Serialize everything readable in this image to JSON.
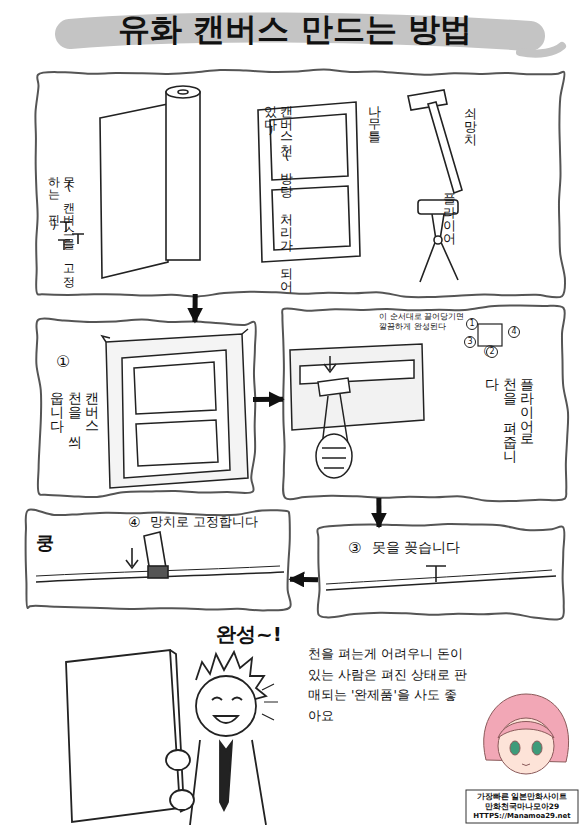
{
  "diagram": {
    "title": "유화 캔버스 만드는 방법",
    "nodes": [
      {
        "text": [
          "캔버스천(방탕 처리가 되어있다)",
          "나무틀",
          "쇠망치",
          "플라이어",
          "못(캔버스를 고정하는 핀)"
        ]
      },
      {
        "text": [
          "①",
          "캔버스 천을 씌웁니다"
        ]
      },
      {
        "text": [
          "②",
          "플라이어로 천을 펴줍니다",
          "이 순서대로 끌어당기면 깔끔하게 완성된다"
        ]
      },
      {
        "text": [
          "③",
          "못을 꽂습니다"
        ]
      },
      {
        "text": [
          "④",
          "망치로 고정합니다",
          "쿵"
        ]
      },
      {
        "text": [
          "완성~!",
          "천을 펴는게 어려우니 돈이 있는 사람은 펴진 상태로 판매되는 '완제품'을 사도 좋아요"
        ]
      }
    ],
    "edges": [
      {
        "from": 0,
        "to": 1,
        "arrow": "to"
      },
      {
        "from": 1,
        "to": 2,
        "arrow": "to"
      },
      {
        "from": 2,
        "to": 3,
        "arrow": "to"
      },
      {
        "from": 3,
        "to": 4,
        "arrow": "to"
      }
    ],
    "labels": [
      "1",
      "2",
      "3",
      "4",
      "가장빠른 일본만화사이트",
      "만화천국마나모아29",
      "HTTPS://Manamoa29.net"
    ]
  }
}
